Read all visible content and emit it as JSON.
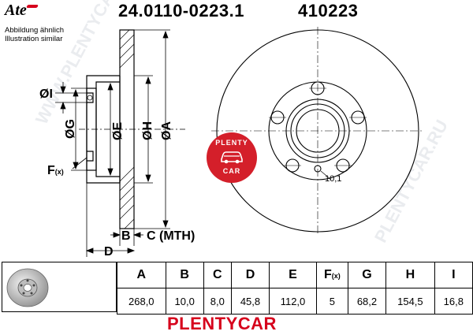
{
  "header": {
    "logo_text": "Ate",
    "part_number": "24.0110-0223.1",
    "reference_number": "410223"
  },
  "subtitle": {
    "line1": "Abbildung ähnlich",
    "line2": "Illustration similar"
  },
  "labels": {
    "dia_i": "ØI",
    "dia_g": "ØG",
    "dia_e": "ØE",
    "dia_h": "ØH",
    "dia_a": "ØA",
    "fx": "F",
    "fx_sub": "(x)",
    "b": "B",
    "c_mth": "C (MTH)",
    "d": "D",
    "hole_dia": "10,1"
  },
  "spec_table": {
    "headers": [
      "A",
      "B",
      "C",
      "D",
      "E",
      "F",
      "G",
      "H",
      "I"
    ],
    "fx_sub": "(x)",
    "values": [
      "268,0",
      "10,0",
      "8,0",
      "45,8",
      "112,0",
      "5",
      "68,2",
      "154,5",
      "16,8"
    ]
  },
  "watermark": {
    "brand": "PLENTYCAR",
    "badge_top": "PLENTY",
    "badge_bottom": "CAR",
    "ghost_1": "WWW.PLENTYCAR.RU",
    "ghost_2": "PLENTYCAR.RU"
  },
  "colors": {
    "brand_red": "#d6001c",
    "badge_red": "#d41f2a",
    "line": "#000000"
  },
  "icons": {
    "logo": "ate-logo-icon",
    "car": "car-icon",
    "thumbnail": "brake-disc-thumbnail-icon"
  }
}
